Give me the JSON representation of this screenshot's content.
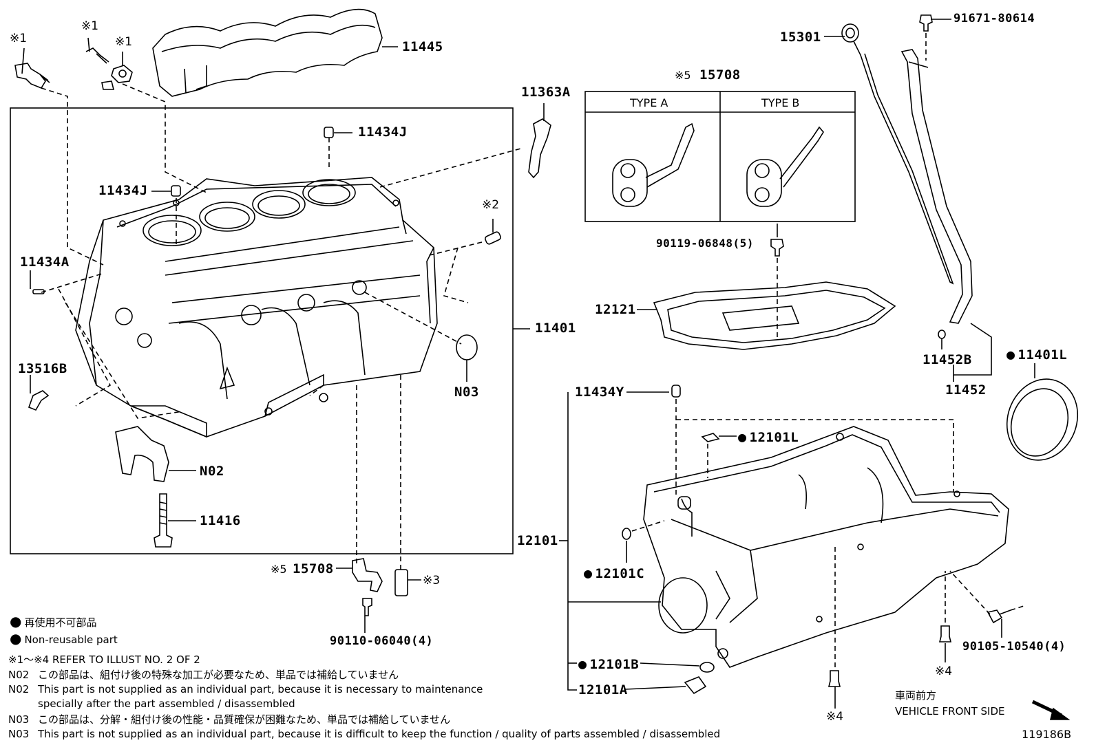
{
  "diagram_id": "119186B",
  "parts": {
    "p11445": "11445",
    "p11363a": "11363A",
    "p11434j_top": "11434J",
    "p11434j_left": "11434J",
    "p11434a": "11434A",
    "p13516b": "13516B",
    "p11401": "11401",
    "pN03": "N03",
    "pN02": "N02",
    "p11416": "11416",
    "p15708_bottom": "15708",
    "p90110": "90110-06040(4)",
    "p3": "※3",
    "p2": "※2",
    "p1a": "※1",
    "p1b": "※1",
    "p1c": "※1",
    "p15301": "15301",
    "p91671": "91671-80614",
    "p15708_top": "15708",
    "p5_top": "※5",
    "p5_bottom": "※5",
    "p90119": "90119-06848(5)",
    "p12121": "12121",
    "p11452b": "11452B",
    "p11452": "11452",
    "p11401l": "11401L",
    "p11434y": "11434Y",
    "p12101l": "12101L",
    "p12101": "12101",
    "p12101c": "12101C",
    "p12101b": "12101B",
    "p12101a": "12101A",
    "p4a": "※4",
    "p4b": "※4",
    "p90105": "90105-10540(4)"
  },
  "type_table": {
    "type_a": "TYPE A",
    "type_b": "TYPE B"
  },
  "legend": {
    "jp": "再使用不可部品",
    "en": "Non-reusable part"
  },
  "notes": {
    "refer": "※1～※4  REFER TO ILLUST NO. 2 OF 2",
    "n02_tag": "N02",
    "n02_jp": "この部品は、組付け後の特殊な加工が必要なため、単品では補給していません",
    "n02_en1": "This part is not supplied as an individual part, because it is necessary to maintenance",
    "n02_en2": "specially after the part assembled / disassembled",
    "n03_tag": "N03",
    "n03_jp": "この部品は、分解・組付け後の性能・品質確保が困難なため、単品では補給していません",
    "n03_en": "This part is not supplied as an individual part, because it is difficult to keep the function / quality of parts  assembled / disassembled"
  },
  "front": {
    "jp": "車両前方",
    "en": "VEHICLE FRONT SIDE"
  },
  "colors": {
    "ink": "#000000",
    "paper": "#ffffff"
  }
}
